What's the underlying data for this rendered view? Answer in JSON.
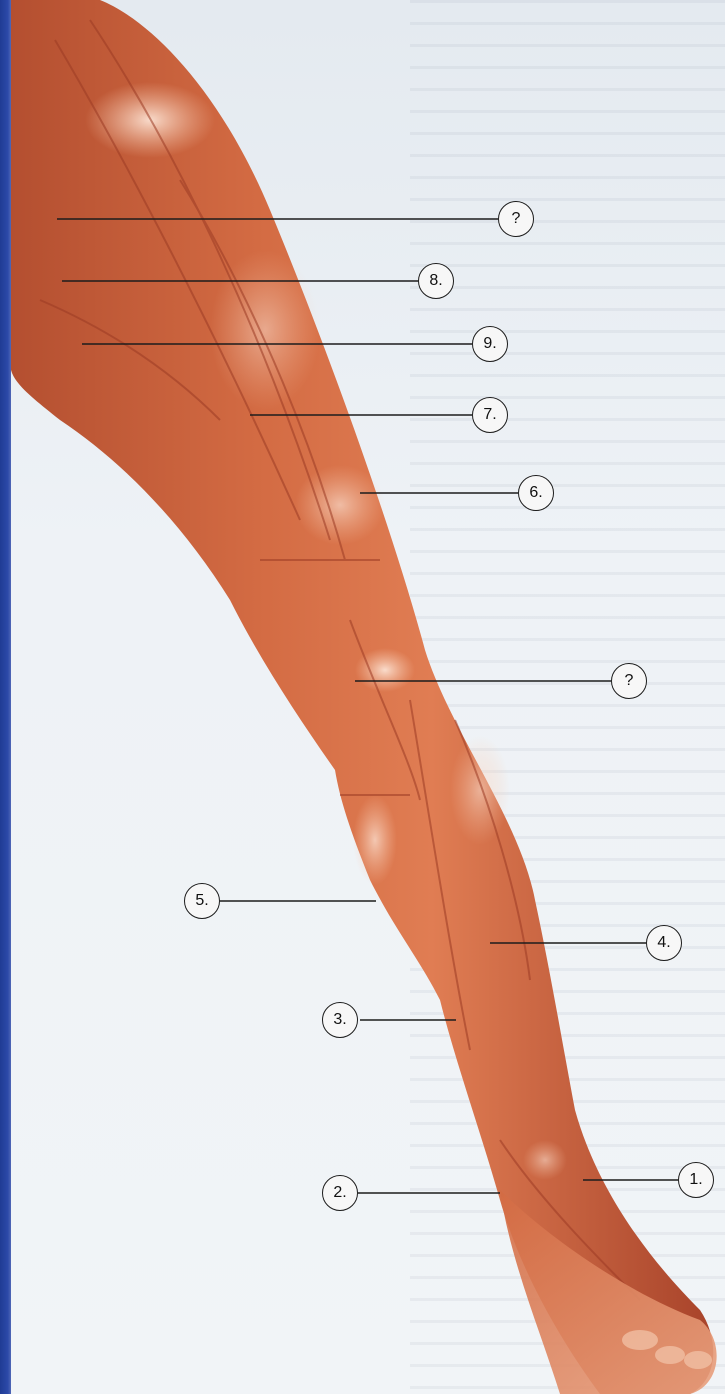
{
  "colors": {
    "muscle_base": "#d36b43",
    "muscle_dark": "#a8432a",
    "muscle_light": "#ef9a72",
    "highlight": "#f6c3a6",
    "leader_line": "#1c1c1c",
    "page_edge": "#1f3b94"
  },
  "labels": [
    {
      "id": "unknown-top",
      "text": "?"
    },
    {
      "id": "8",
      "text": "8."
    },
    {
      "id": "9",
      "text": "9."
    },
    {
      "id": "7",
      "text": "7."
    },
    {
      "id": "6",
      "text": "6."
    },
    {
      "id": "unknown-knee",
      "text": "?"
    },
    {
      "id": "5",
      "text": "5."
    },
    {
      "id": "4",
      "text": "4."
    },
    {
      "id": "3",
      "text": "3."
    },
    {
      "id": "2",
      "text": "2."
    },
    {
      "id": "1",
      "text": "1."
    }
  ]
}
